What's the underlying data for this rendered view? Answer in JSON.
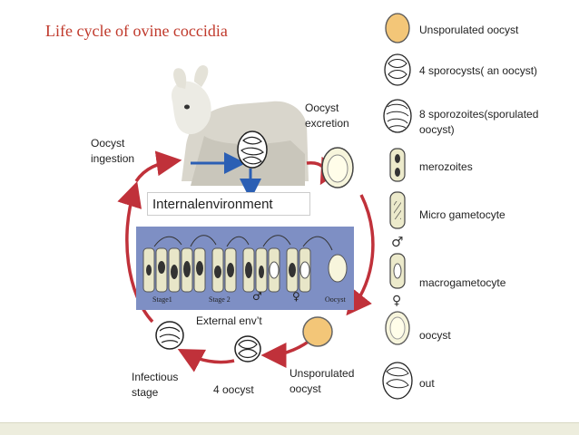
{
  "title": "Life cycle of ovine coccidia",
  "cycle_labels": {
    "oocyst_excretion": "Oocyst\nexcretion",
    "oocyst_ingestion": "Oocyst\ningestion",
    "internal_environment": "Internalenvironment",
    "external_env": "External env’t",
    "infectious_stage": "Infectious\nstage",
    "four_oocyst": "4 oocyst",
    "unsporulated_oocyst": "Unsporulated\noocyst"
  },
  "stage_labels": [
    "Stage1",
    "Stage 2",
    "♂",
    "♀",
    "Oocyst"
  ],
  "legend": [
    {
      "label": "Unsporulated  oocyst",
      "icon": "unsporulated-oocyst-icon"
    },
    {
      "label": "4 sporocysts( an oocyst)",
      "icon": "sporocyst-oocyst-icon"
    },
    {
      "label": "8 sporozoites(sporulated\noocyst)",
      "icon": "sporulated-oocyst-icon"
    },
    {
      "label": "merozoites",
      "icon": "merozoite-icon"
    },
    {
      "label": "Micro gametocyte",
      "icon": "micro-gametocyte-icon"
    },
    {
      "label": "macrogametocyte",
      "icon": "macrogametocyte-icon"
    },
    {
      "label": "oocyst",
      "icon": "oocyst-icon"
    },
    {
      "label": "out",
      "icon": "out-icon"
    }
  ],
  "colors": {
    "title": "#c0392b",
    "cycle_arrow": "#c0313a",
    "inner_arrow": "#2b5fb4",
    "panel": "#7e8fc4",
    "oocyst_fill": "#f6c97a",
    "cell_fill": "#e8e6c8"
  }
}
